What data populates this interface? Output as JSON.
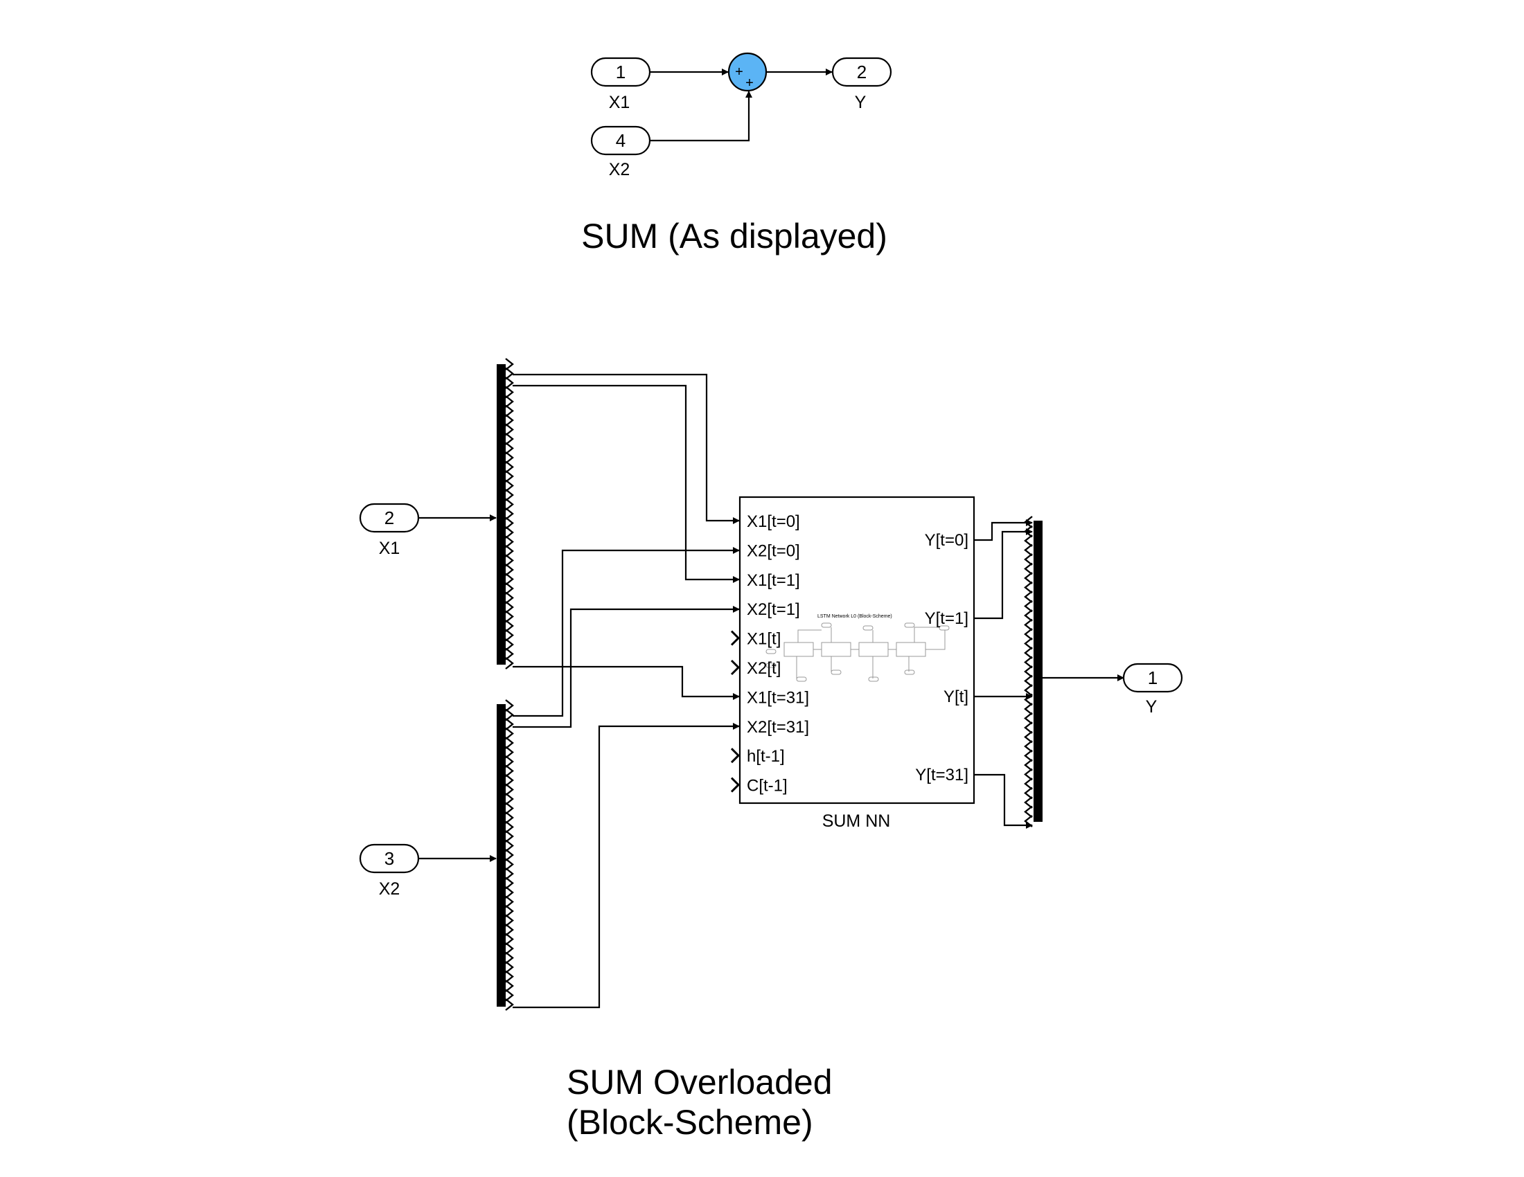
{
  "top_diagram": {
    "inport_x1": {
      "number": "1",
      "label": "X1"
    },
    "inport_x2": {
      "number": "4",
      "label": "X2"
    },
    "outport_y": {
      "number": "2",
      "label": "Y"
    },
    "sum_block": {
      "signs": [
        "+",
        "+"
      ],
      "color": "#5bb4f5"
    },
    "caption": "SUM (As displayed)"
  },
  "bottom_diagram": {
    "inport_x1": {
      "number": "2",
      "label": "X1"
    },
    "inport_x2": {
      "number": "3",
      "label": "X2"
    },
    "outport_y": {
      "number": "1",
      "label": "Y"
    },
    "block": {
      "name": "SUM NN",
      "inputs": [
        "X1[t=0]",
        "X2[t=0]",
        "X1[t=1]",
        "X2[t=1]",
        "X1[t]",
        "X2[t]",
        "X1[t=31]",
        "X2[t=31]",
        "h[t-1]",
        "C[t-1]"
      ],
      "outputs": [
        "Y[t=0]",
        "Y[t=1]",
        "Y[t]",
        "Y[t=31]"
      ],
      "preview_title": "LSTM Network L0 (Block-Scheme)"
    },
    "caption_line1": "SUM Overloaded",
    "caption_line2": "(Block-Scheme)"
  }
}
